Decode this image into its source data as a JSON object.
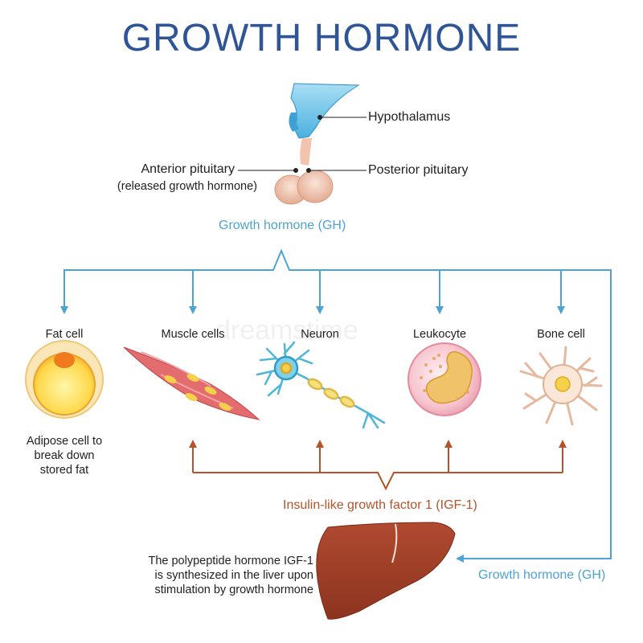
{
  "title": "GROWTH HORMONE",
  "brain": {
    "hypothalamus": "Hypothalamus",
    "anterior": "Anterior pituitary",
    "anterior_note": "(released growth hormone)",
    "posterior": "Posterior pituitary"
  },
  "gh_label": "Growth hormone (GH)",
  "cells": {
    "fat": "Fat cell",
    "muscle": "Muscle cells",
    "neuron": "Neuron",
    "leukocyte": "Leukocyte",
    "bone": "Bone cell"
  },
  "fat_note": [
    "Adipose cell to",
    "break down",
    "stored fat"
  ],
  "igf_label": "Insulin-like growth factor 1 (IGF-1)",
  "liver_note": [
    "The polypeptide hormone IGF-1",
    "is synthesized in the liver upon",
    "stimulation by growth hormone"
  ],
  "gh_label_bottom": "Growth hormone (GH)",
  "watermark": "dreamstime",
  "colors": {
    "title": "#2f5597",
    "gh_arrows": "#4da3d3",
    "igf_arrows": "#b5532a",
    "liver": "#9b3b25"
  }
}
